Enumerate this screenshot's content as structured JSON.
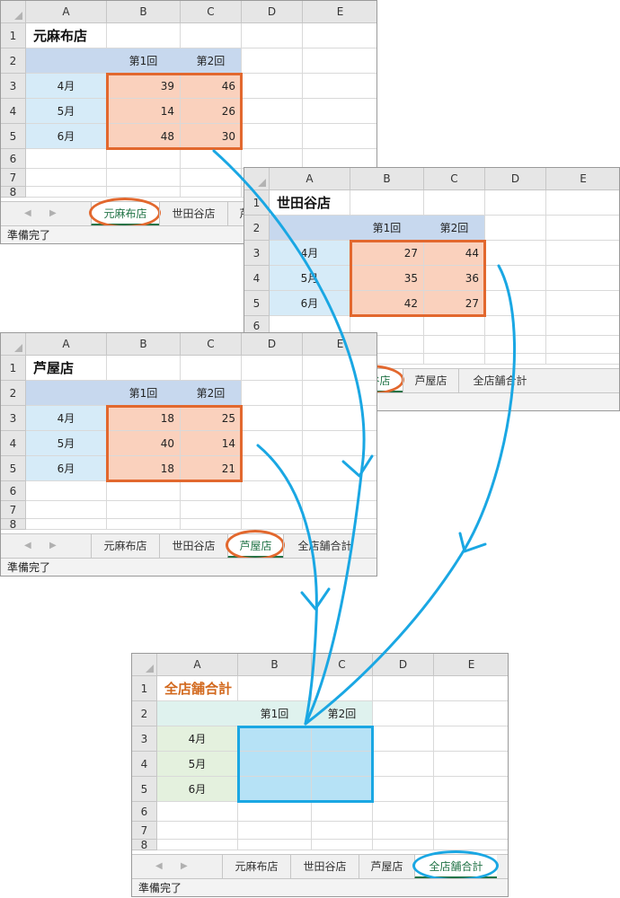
{
  "columns": [
    "A",
    "B",
    "C",
    "D",
    "E"
  ],
  "rows": [
    "1",
    "2",
    "3",
    "4",
    "5",
    "6",
    "7",
    "8"
  ],
  "tabs": [
    "元麻布店",
    "世田谷店",
    "芦屋店",
    "全店舗合計"
  ],
  "status_text": "準備完了",
  "colors": {
    "header_blue": "#c7d8ee",
    "label_blue": "#d6ebf8",
    "data_orange": "#fad1bd",
    "sel_orange": "#e2682e",
    "header_green": "#dff2ee",
    "label_green": "#e4f1de",
    "data_blue": "#b6e2f6",
    "sel_blue": "#1aa7e3",
    "tab_green": "#217346"
  },
  "sheets": {
    "motoazabu": {
      "title": "元麻布店",
      "col_headers": [
        "第1回",
        "第2回"
      ],
      "months": [
        "4月",
        "5月",
        "6月"
      ],
      "values": [
        [
          "39",
          "46"
        ],
        [
          "14",
          "26"
        ],
        [
          "48",
          "30"
        ]
      ]
    },
    "setagaya": {
      "title": "世田谷店",
      "col_headers": [
        "第1回",
        "第2回"
      ],
      "months": [
        "4月",
        "5月",
        "6月"
      ],
      "values": [
        [
          "27",
          "44"
        ],
        [
          "35",
          "36"
        ],
        [
          "42",
          "27"
        ]
      ]
    },
    "ashiya": {
      "title": "芦屋店",
      "col_headers": [
        "第1回",
        "第2回"
      ],
      "months": [
        "4月",
        "5月",
        "6月"
      ],
      "values": [
        [
          "18",
          "25"
        ],
        [
          "40",
          "14"
        ],
        [
          "18",
          "21"
        ]
      ]
    },
    "total": {
      "title": "全店舗合計",
      "col_headers": [
        "第1回",
        "第2回"
      ],
      "months": [
        "4月",
        "5月",
        "6月"
      ],
      "values": [
        [
          "",
          ""
        ],
        [
          "",
          ""
        ],
        [
          "",
          ""
        ]
      ]
    }
  }
}
